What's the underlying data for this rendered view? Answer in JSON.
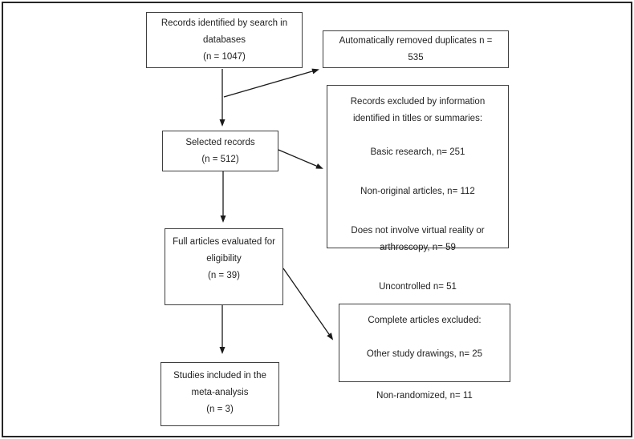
{
  "diagram": {
    "type": "prisma-flowchart",
    "boxes": {
      "records_identified": {
        "label": "Records identified by search in\ndatabases",
        "count": "(n = 1047)"
      },
      "duplicates_removed": {
        "label": "Automatically removed duplicates n =\n535"
      },
      "selected_records": {
        "label": "Selected records",
        "count": "(n = 512)"
      },
      "records_excluded": {
        "header": "Records excluded by information\nidentified in titles or summaries:",
        "items": [
          "Basic research, n= 251",
          "Non-original articles, n= 112",
          "Does not involve virtual reality or\narthroscopy, n= 59",
          "Uncontrolled n= 51"
        ]
      },
      "full_articles": {
        "label": "Full articles evaluated for\neligibility",
        "count": "(n = 39)"
      },
      "complete_articles_excluded": {
        "header": "Complete articles excluded:",
        "items": [
          "Other study drawings, n= 25",
          "Non-randomized, n= 11"
        ]
      },
      "studies_included": {
        "label": "Studies included in the\nmeta-analysis",
        "count": "(n = 3)"
      }
    },
    "colors": {
      "background": "#ffffff",
      "frame": "#262626",
      "box_border": "#3f3f3f",
      "text": "#1f1f1f",
      "arrow": "#1a1a1a"
    }
  }
}
